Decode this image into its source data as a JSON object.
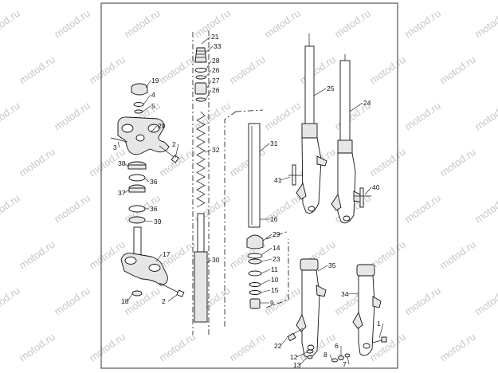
{
  "watermark": {
    "text": "motod.ru",
    "color": "#c7c7c7"
  },
  "colors": {
    "line": "#111111",
    "frame": "#333333",
    "background": "#ffffff"
  },
  "callouts": [
    {
      "id": "21",
      "text": "21"
    },
    {
      "id": "33",
      "text": "33"
    },
    {
      "id": "28",
      "text": "28"
    },
    {
      "id": "26a",
      "text": "26"
    },
    {
      "id": "27",
      "text": "27"
    },
    {
      "id": "26b",
      "text": "26"
    },
    {
      "id": "19",
      "text": "19"
    },
    {
      "id": "4",
      "text": "4"
    },
    {
      "id": "5",
      "text": "5"
    },
    {
      "id": "20",
      "text": "20"
    },
    {
      "id": "3",
      "text": "3"
    },
    {
      "id": "2a",
      "text": "2"
    },
    {
      "id": "32",
      "text": "32"
    },
    {
      "id": "38",
      "text": "38"
    },
    {
      "id": "36a",
      "text": "36"
    },
    {
      "id": "37",
      "text": "37"
    },
    {
      "id": "36b",
      "text": "36"
    },
    {
      "id": "39",
      "text": "39"
    },
    {
      "id": "17",
      "text": "17"
    },
    {
      "id": "18",
      "text": "18"
    },
    {
      "id": "2b",
      "text": "2"
    },
    {
      "id": "30",
      "text": "30"
    },
    {
      "id": "31",
      "text": "31"
    },
    {
      "id": "16",
      "text": "16"
    },
    {
      "id": "29",
      "text": "29"
    },
    {
      "id": "14",
      "text": "14"
    },
    {
      "id": "23",
      "text": "23"
    },
    {
      "id": "11",
      "text": "11"
    },
    {
      "id": "10",
      "text": "10"
    },
    {
      "id": "15",
      "text": "15"
    },
    {
      "id": "9",
      "text": "9"
    },
    {
      "id": "25",
      "text": "25"
    },
    {
      "id": "24",
      "text": "24"
    },
    {
      "id": "41",
      "text": "41"
    },
    {
      "id": "40",
      "text": "40"
    },
    {
      "id": "35",
      "text": "35"
    },
    {
      "id": "34",
      "text": "34"
    },
    {
      "id": "22",
      "text": "22"
    },
    {
      "id": "12",
      "text": "12"
    },
    {
      "id": "13",
      "text": "13"
    },
    {
      "id": "8",
      "text": "8"
    },
    {
      "id": "6",
      "text": "6"
    },
    {
      "id": "7",
      "text": "7"
    },
    {
      "id": "1",
      "text": "1"
    }
  ]
}
